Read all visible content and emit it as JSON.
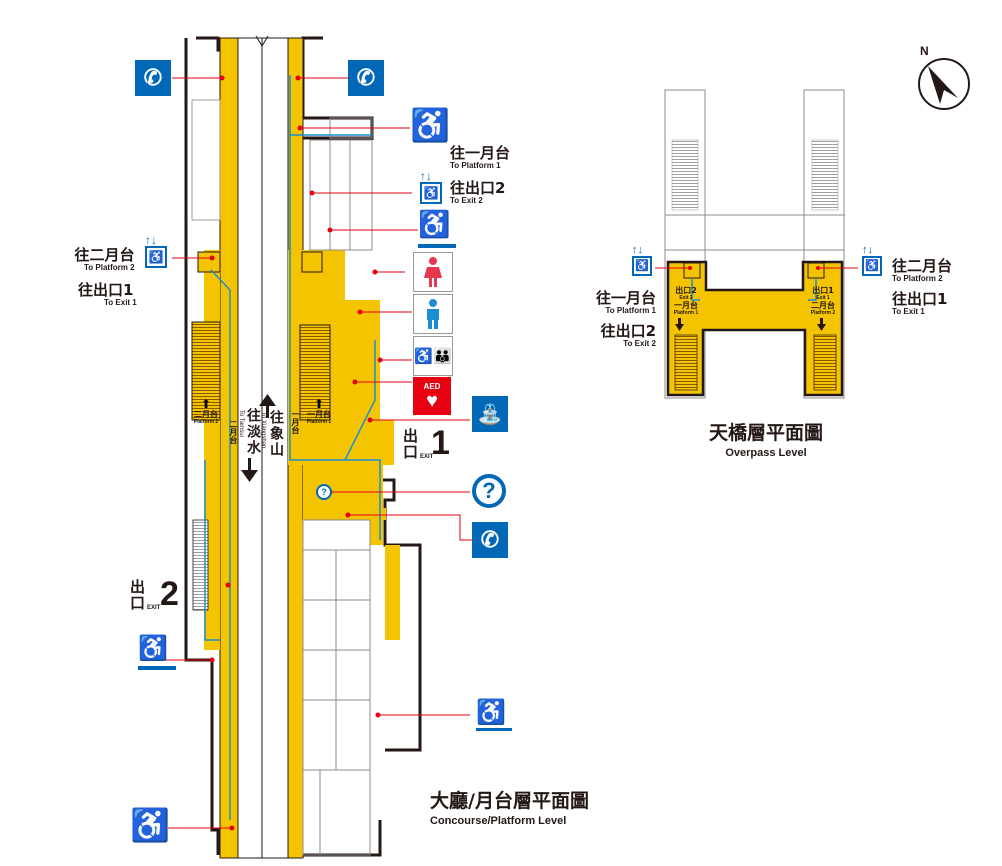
{
  "colors": {
    "yellow": "#f5c400",
    "blue": "#0068b7",
    "red": "#e60012",
    "route": "#1a8fd0",
    "line": "#231815"
  },
  "icons": [
    "telephone-icon",
    "wheelchair-icon",
    "elevator-icon",
    "restroom-female-icon",
    "restroom-male-icon",
    "family-restroom-icon",
    "aed-icon",
    "water-fountain-icon",
    "information-icon",
    "compass-north-icon",
    "wheelchair-ramp-icon"
  ],
  "compass": {
    "letter": "N"
  },
  "aed": {
    "label": "AED"
  },
  "info": {
    "label": "?"
  },
  "concourse": {
    "title_zh": "大廳/月台層平面圖",
    "title_en": "Concourse/Platform Level",
    "to_platform1_zh": "往一月台",
    "to_platform1_en": "To Platform 1",
    "to_exit2_zh": "往出口2",
    "to_exit2_en": "To Exit 2",
    "to_platform2_zh": "往二月台",
    "to_platform2_en": "To Platform 2",
    "to_exit1_zh": "往出口1",
    "to_exit1_en": "To Exit 1",
    "exit1_zh": "出口",
    "exit1_num": "1",
    "exit1_en": "EXIT",
    "exit2_zh": "出口",
    "exit2_num": "2",
    "exit2_en": "EXIT",
    "dir_tamsui_zh": "往淡水",
    "dir_tamsui_en": "To Tamsui",
    "dir_xiangshan_zh": "往象山",
    "dir_xiangshan_en": "To Xiangshan",
    "platform1_zh": "一月台",
    "platform1_en": "Platform 1",
    "platform2_zh": "二月台",
    "platform2_en": "Platform 2"
  },
  "overpass": {
    "title_zh": "天橋層平面圖",
    "title_en": "Overpass Level",
    "to_platform1_zh": "往一月台",
    "to_platform1_en": "To Platform 1",
    "to_exit2_zh": "往出口2",
    "to_exit2_en": "To Exit 2",
    "to_platform2_zh": "往二月台",
    "to_platform2_en": "To Platform 2",
    "to_exit1_zh": "往出口1",
    "to_exit1_en": "To Exit 1",
    "left_exit2_zh": "出口2",
    "left_exit2_en": "Exit 2",
    "left_platform1_zh": "一月台",
    "left_platform1_en": "Platform 1",
    "right_exit1_zh": "出口1",
    "right_exit1_en": "Exit 1",
    "right_platform2_zh": "二月台",
    "right_platform2_en": "Platform 2"
  }
}
